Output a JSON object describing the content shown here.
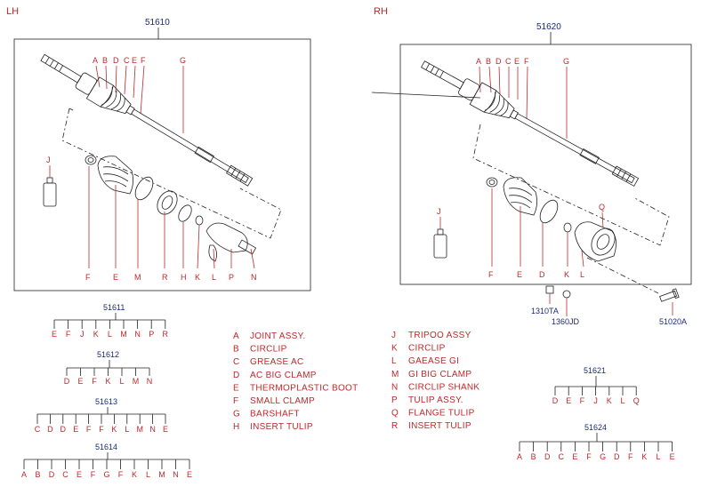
{
  "colors": {
    "label_red": "#c0282a",
    "part_blue": "#1a2a7a",
    "line": "#222222"
  },
  "lh": {
    "side_label": "LH",
    "part_number": "51610",
    "top_letters": [
      "A",
      "B",
      "D",
      "C",
      "E",
      "F",
      "G"
    ],
    "bottom_letters": [
      "F",
      "E",
      "M",
      "R",
      "H",
      "K",
      "L",
      "P",
      "N"
    ],
    "j_label": "J"
  },
  "rh": {
    "side_label": "RH",
    "part_number": "51620",
    "top_letters": [
      "A",
      "B",
      "D",
      "C",
      "E",
      "F",
      "G"
    ],
    "bottom_letters": [
      "F",
      "E",
      "D",
      "K",
      "L"
    ],
    "j_label": "J",
    "q_label": "Q",
    "extra_parts": [
      "1310TA",
      "1360JD",
      "51020A"
    ]
  },
  "kits": [
    {
      "number": "51611",
      "letters": [
        "E",
        "F",
        "J",
        "K",
        "L",
        "M",
        "N",
        "P",
        "R"
      ]
    },
    {
      "number": "51612",
      "letters": [
        "D",
        "E",
        "F",
        "K",
        "L",
        "M",
        "N"
      ]
    },
    {
      "number": "51613",
      "letters": [
        "C",
        "D",
        "D",
        "E",
        "F",
        "F",
        "K",
        "L",
        "M",
        "N",
        "E"
      ]
    },
    {
      "number": "51614",
      "letters": [
        "A",
        "B",
        "D",
        "C",
        "E",
        "F",
        "G",
        "F",
        "K",
        "L",
        "M",
        "N",
        "E"
      ]
    },
    {
      "number": "51621",
      "letters": [
        "D",
        "E",
        "F",
        "J",
        "K",
        "L",
        "Q"
      ]
    },
    {
      "number": "51624",
      "letters": [
        "A",
        "B",
        "D",
        "C",
        "E",
        "F",
        "G",
        "D",
        "F",
        "K",
        "L",
        "E"
      ]
    }
  ],
  "legend_left": [
    {
      "key": "A",
      "desc": "JOINT ASSY."
    },
    {
      "key": "B",
      "desc": "CIRCLIP"
    },
    {
      "key": "C",
      "desc": "GREASE AC"
    },
    {
      "key": "D",
      "desc": "AC BIG CLAMP"
    },
    {
      "key": "E",
      "desc": "THERMOPLASTIC BOOT"
    },
    {
      "key": "F",
      "desc": "SMALL CLAMP"
    },
    {
      "key": "G",
      "desc": "BARSHAFT"
    },
    {
      "key": "H",
      "desc": "INSERT TULIP"
    }
  ],
  "legend_right": [
    {
      "key": "J",
      "desc": "TRIPOO ASSY"
    },
    {
      "key": "K",
      "desc": "CIRCLIP"
    },
    {
      "key": "L",
      "desc": "GAEASE GI"
    },
    {
      "key": "M",
      "desc": "GI BIG CLAMP"
    },
    {
      "key": "N",
      "desc": "CIRCLIP SHANK"
    },
    {
      "key": "P",
      "desc": "TULIP ASSY."
    },
    {
      "key": "Q",
      "desc": "FLANGE TULIP"
    },
    {
      "key": "R",
      "desc": "INSERT TULIP"
    }
  ]
}
